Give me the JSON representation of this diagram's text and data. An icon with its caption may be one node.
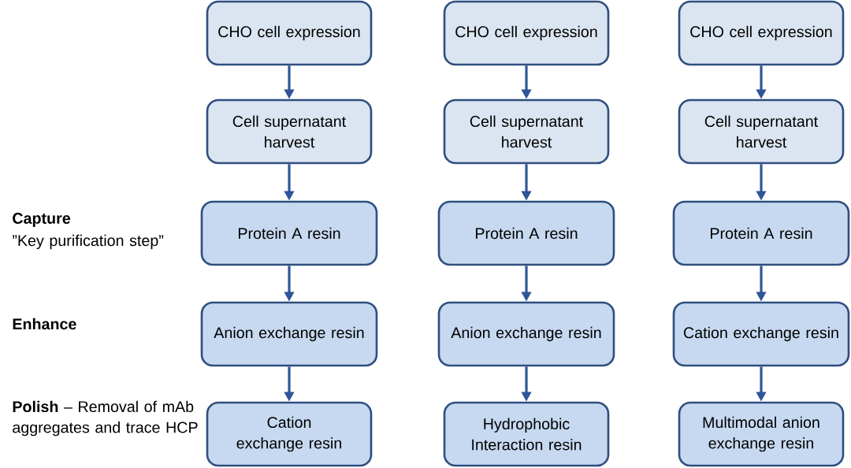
{
  "diagram": {
    "nodes": [
      {
        "text": [
          "CHO cell expression"
        ]
      },
      {
        "text": [
          "CHO cell expression"
        ]
      },
      {
        "text": [
          "CHO cell expression"
        ]
      },
      {
        "text": [
          "Cell supernatant harvest"
        ]
      },
      {
        "text": [
          "Cell supernatant harvest"
        ]
      },
      {
        "text": [
          "Cell supernatant harvest"
        ]
      },
      {
        "text": [
          "Protein A resin"
        ]
      },
      {
        "text": [
          "Protein A resin"
        ]
      },
      {
        "text": [
          "Protein A resin"
        ]
      },
      {
        "text": [
          "Anion exchange resin"
        ]
      },
      {
        "text": [
          "Anion exchange resin"
        ]
      },
      {
        "text": [
          "Cation exchange resin"
        ]
      },
      {
        "text": [
          "Cation exchange resin"
        ]
      },
      {
        "text": [
          "Hydrophobic Interaction resin"
        ]
      },
      {
        "text": [
          "Multimodal anion exchange resin"
        ]
      }
    ],
    "edges": [
      {
        "from": 0,
        "to": 3,
        "arrow": "to"
      },
      {
        "from": 1,
        "to": 4,
        "arrow": "to"
      },
      {
        "from": 2,
        "to": 5,
        "arrow": "to"
      },
      {
        "from": 3,
        "to": 6,
        "arrow": "to"
      },
      {
        "from": 4,
        "to": 7,
        "arrow": "to"
      },
      {
        "from": 5,
        "to": 8,
        "arrow": "to"
      },
      {
        "from": 6,
        "to": 9,
        "arrow": "to"
      },
      {
        "from": 7,
        "to": 10,
        "arrow": "to"
      },
      {
        "from": 8,
        "to": 11,
        "arrow": "to"
      },
      {
        "from": 9,
        "to": 12,
        "arrow": "to"
      },
      {
        "from": 10,
        "to": 13,
        "arrow": "to"
      },
      {
        "from": 11,
        "to": 14,
        "arrow": "to"
      }
    ],
    "labels": [
      "**Capture**",
      "”Key purification step”",
      "**Enhance**",
      "**Polish** – Removal of mAb aggregates and trace HCP"
    ]
  }
}
